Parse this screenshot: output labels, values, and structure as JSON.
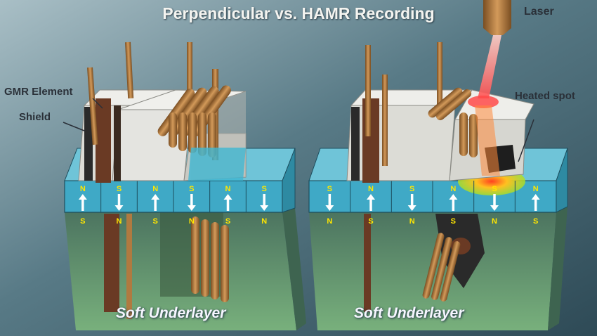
{
  "title": "Perpendicular vs. HAMR Recording",
  "labels": {
    "gmr_element": "GMR Element",
    "shield": "Shield",
    "laser": "Laser",
    "heated_spot": "Heated spot"
  },
  "underlayer": {
    "left": "Soft Underlayer",
    "right": "Soft Underlayer"
  },
  "left_bits": [
    {
      "top": "N",
      "bottom": "S",
      "dir": "up"
    },
    {
      "top": "S",
      "bottom": "N",
      "dir": "down"
    },
    {
      "top": "N",
      "bottom": "S",
      "dir": "up"
    },
    {
      "top": "S",
      "bottom": "N",
      "dir": "down"
    },
    {
      "top": "N",
      "bottom": "S",
      "dir": "up"
    },
    {
      "top": "S",
      "bottom": "N",
      "dir": "down"
    }
  ],
  "right_bits": [
    {
      "top": "S",
      "bottom": "N",
      "dir": "down"
    },
    {
      "top": "N",
      "bottom": "S",
      "dir": "up"
    },
    {
      "top": "S",
      "bottom": "N",
      "dir": "down"
    },
    {
      "top": "N",
      "bottom": "S",
      "dir": "up"
    },
    {
      "top": "S",
      "bottom": "N",
      "dir": "down"
    },
    {
      "top": "N",
      "bottom": "S",
      "dir": "up"
    }
  ],
  "colors": {
    "background": "#4a6a78",
    "media_layer": "#3fa9c6",
    "underlayer": "#5f8a6a",
    "head_block": "#dcdcd6",
    "copper": "#a8753e",
    "pole": "#6a3a24",
    "pole_letters": "#ffe600",
    "laser": "#ff6a6a",
    "heated_spot": "#d4f020"
  }
}
